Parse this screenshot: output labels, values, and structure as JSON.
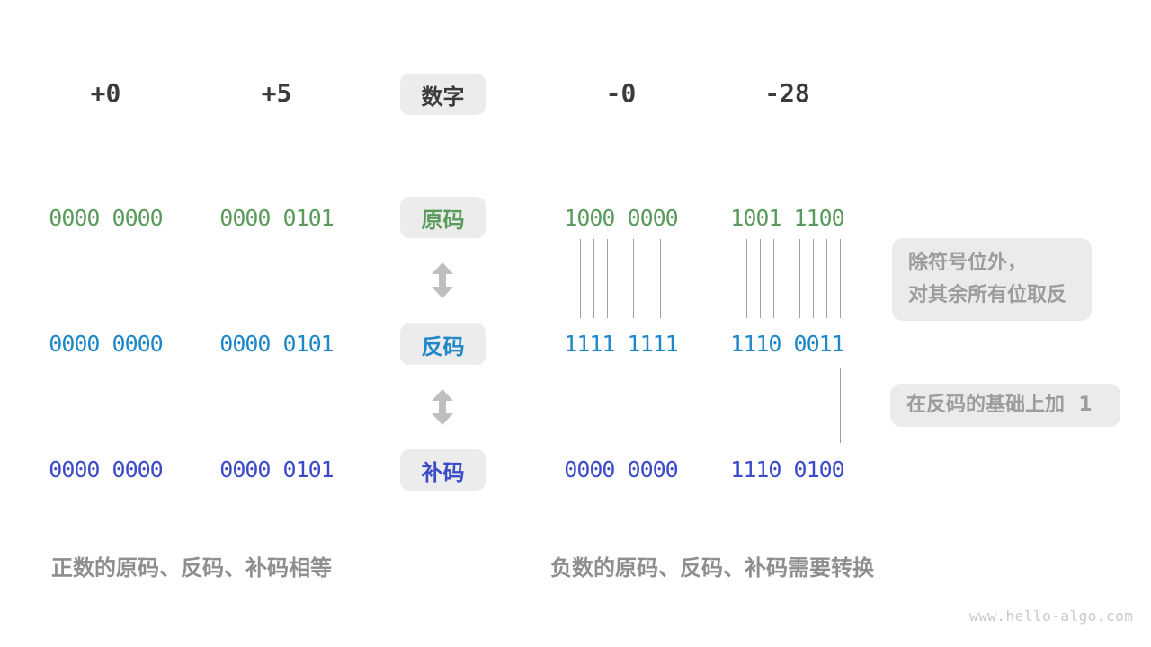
{
  "diagram_title_semantic": "binary sign-magnitude / ones-complement / twos-complement conversion diagram",
  "headers": {
    "values": [
      "+0",
      "+5",
      "-0",
      "-28"
    ],
    "center_label": "数字"
  },
  "rows": [
    {
      "label": "原码",
      "values": [
        "0000 0000",
        "0000 0101",
        "1000 0000",
        "1001 1100"
      ]
    },
    {
      "label": "反码",
      "values": [
        "0000 0000",
        "0000 0101",
        "1111 1111",
        "1110 0011"
      ]
    },
    {
      "label": "补码",
      "values": [
        "0000 0000",
        "0000 0101",
        "0000 0000",
        "1110 0100"
      ]
    }
  ],
  "annotations": {
    "invert_note_line1": "除符号位外，",
    "invert_note_line2": "对其余所有位取反",
    "add_one_note": "在反码的基础上加  1"
  },
  "captions": {
    "positive": "正数的原码、反码、补码相等",
    "negative": "负数的原码、反码、补码需要转换"
  },
  "watermark": "www.hello-algo.com",
  "colors": {
    "sign_magnitude_green": "#5a9b5c",
    "ones_complement_blue": "#1e87c8",
    "twos_complement_indigo": "#3c4bc8",
    "header_dark": "#3b3b3b",
    "label_box_bg": "#ececec",
    "note_bg": "#ebebeb",
    "note_text": "#9c9c9c",
    "caption_gray": "#8e8e8e",
    "mapping_line_gray": "#a0a0a0",
    "arrow_gray": "#bfbfbf"
  }
}
